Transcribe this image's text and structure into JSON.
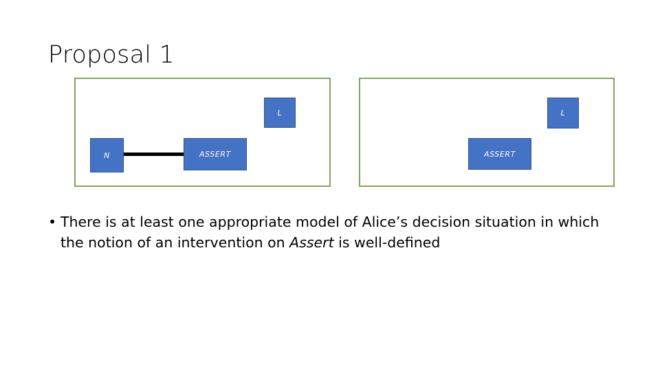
{
  "slide": {
    "title": "Proposal 1",
    "background_color": "#ffffff"
  },
  "colors": {
    "panel_border": "#84a35c",
    "node_fill": "#4472c4",
    "node_border": "#2f528f",
    "node_text": "#ffffff",
    "edge": "#000000",
    "body_text": "#000000"
  },
  "diagram": {
    "panels": [
      {
        "id": "left",
        "name": "model-graph-left",
        "nodes": [
          {
            "id": "left-l",
            "label": "L"
          },
          {
            "id": "left-n",
            "label": "N"
          },
          {
            "id": "left-assert",
            "label": "ASSERT"
          }
        ],
        "edges": [
          {
            "id": "n-assert",
            "from": "N",
            "to": "ASSERT",
            "style": "solid"
          }
        ]
      },
      {
        "id": "right",
        "name": "model-graph-right",
        "nodes": [
          {
            "id": "right-l",
            "label": "L"
          },
          {
            "id": "right-assert",
            "label": "ASSERT"
          }
        ],
        "edges": []
      }
    ]
  },
  "body": {
    "bullet_glyph": "•",
    "items": [
      {
        "text_before": "There is at least one appropriate model of Alice’s decision situation in which the notion of an intervention on ",
        "emphasis": "Assert",
        "text_after": " is well-defined"
      }
    ]
  }
}
